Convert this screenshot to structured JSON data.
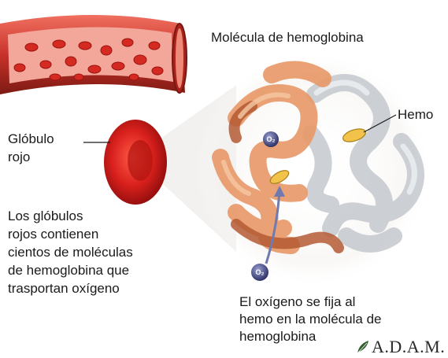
{
  "diagram": {
    "title": "Molécula de hemoglobina",
    "labels": {
      "hemo": "Hemo",
      "globulo_line1": "Glóbulo",
      "globulo_line2": "rojo",
      "o2_symbol": "O₂"
    },
    "description_lines": [
      "Los glóbulos",
      "rojos contienen",
      "cientos de moléculas",
      "de hemoglobina que",
      "trasportan oxígeno"
    ],
    "caption_lines": [
      "El oxígeno se fija al",
      "hemo en la molécula de",
      "hemoglobina"
    ],
    "logo_text": "A.D.A.M.",
    "colors": {
      "vessel": "#c8322a",
      "blood_cell": "#d8201c",
      "alpha_chain": "#e89a6a",
      "beta_chain": "#c9cdd2",
      "heme": "#f2c24a",
      "oxygen": "#4a4f86"
    }
  }
}
